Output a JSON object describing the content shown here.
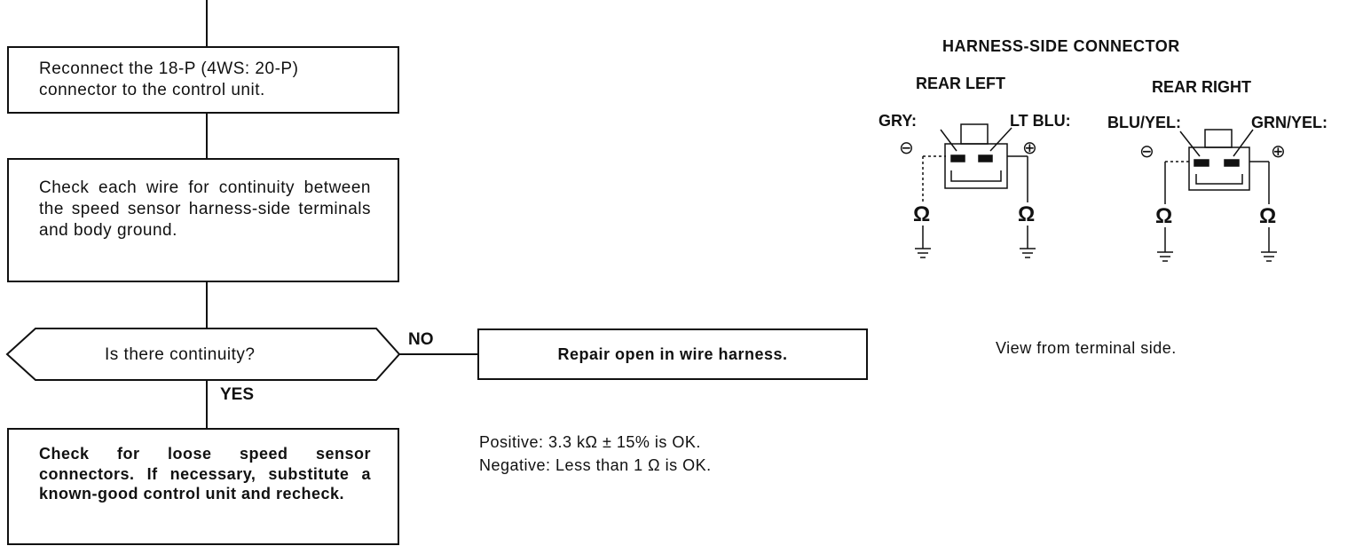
{
  "flow": {
    "step1": "Reconnect the 18-P (4WS: 20-P) connector to the control unit.",
    "step2": "Check each wire for continuity between the speed sensor harness-side terminals and body ground.",
    "decision": "Is there continuity?",
    "no_label": "NO",
    "yes_label": "YES",
    "repair": "Repair open in wire harness.",
    "step3": "Check for loose speed sensor connectors. If necessary, substitute a known-good control unit and recheck."
  },
  "spec": {
    "positive": "Positive:  3.3 kΩ ± 15% is OK.",
    "negative": "Negative: Less than 1 Ω is OK."
  },
  "connector": {
    "title": "HARNESS-SIDE CONNECTOR",
    "rear_left": "REAR LEFT",
    "rear_right": "REAR RIGHT",
    "left_neg_wire": "GRY:",
    "left_pos_wire": "LT BLU:",
    "right_neg_wire": "BLU/YEL:",
    "right_pos_wire": "GRN/YEL:",
    "minus_symbol": "⊖",
    "plus_symbol": "⊕",
    "ohm_symbol": "Ω",
    "caption": "View from terminal side."
  }
}
